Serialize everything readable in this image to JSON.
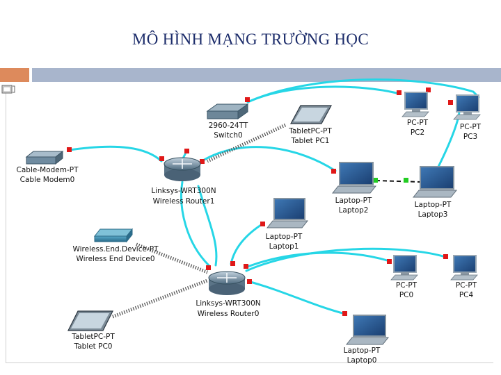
{
  "slide": {
    "title": "MÔ HÌNH MẠNG TRƯỜNG HỌC"
  },
  "colors": {
    "link": "#26d6e6",
    "wireless_link": "#555555",
    "port_dot": "#e01818",
    "port_dot_green": "#22cc22",
    "accent_bar": "#dd8a5c",
    "header_bar": "#a8b5cc"
  },
  "devices": {
    "switch0": {
      "model": "2960-24TT",
      "name": "Switch0"
    },
    "tablet1": {
      "model": "TabletPC-PT",
      "name": "Tablet PC1"
    },
    "pc2": {
      "model": "PC-PT",
      "name": "PC2"
    },
    "pc3": {
      "model": "PC-PT",
      "name": "PC3"
    },
    "modem": {
      "model": "Cable-Modem-PT",
      "name": "Cable Modem0"
    },
    "router1": {
      "model": "Linksys-WRT300N",
      "name": "Wireless Router1"
    },
    "laptop2": {
      "model": "Laptop-PT",
      "name": "Laptop2"
    },
    "laptop3": {
      "model": "Laptop-PT",
      "name": "Laptop3"
    },
    "laptop1": {
      "model": "Laptop-PT",
      "name": "Laptop1"
    },
    "enddevice": {
      "model": "Wireless.End.Device-PT",
      "name": "Wireless End Device0"
    },
    "pc0": {
      "model": "PC-PT",
      "name": "PC0"
    },
    "pc4": {
      "model": "PC-PT",
      "name": "PC4"
    },
    "router0": {
      "model": "Linksys-WRT300N",
      "name": "Wireless Router0"
    },
    "tablet0": {
      "model": "TabletPC-PT",
      "name": "Tablet PC0"
    },
    "laptop0": {
      "model": "Laptop-PT",
      "name": "Laptop0"
    }
  },
  "icons": [
    "switch-icon",
    "router-icon",
    "pc-icon",
    "laptop-icon",
    "tablet-icon",
    "modem-icon",
    "wireless-end-device-icon",
    "select-tool-icon"
  ]
}
